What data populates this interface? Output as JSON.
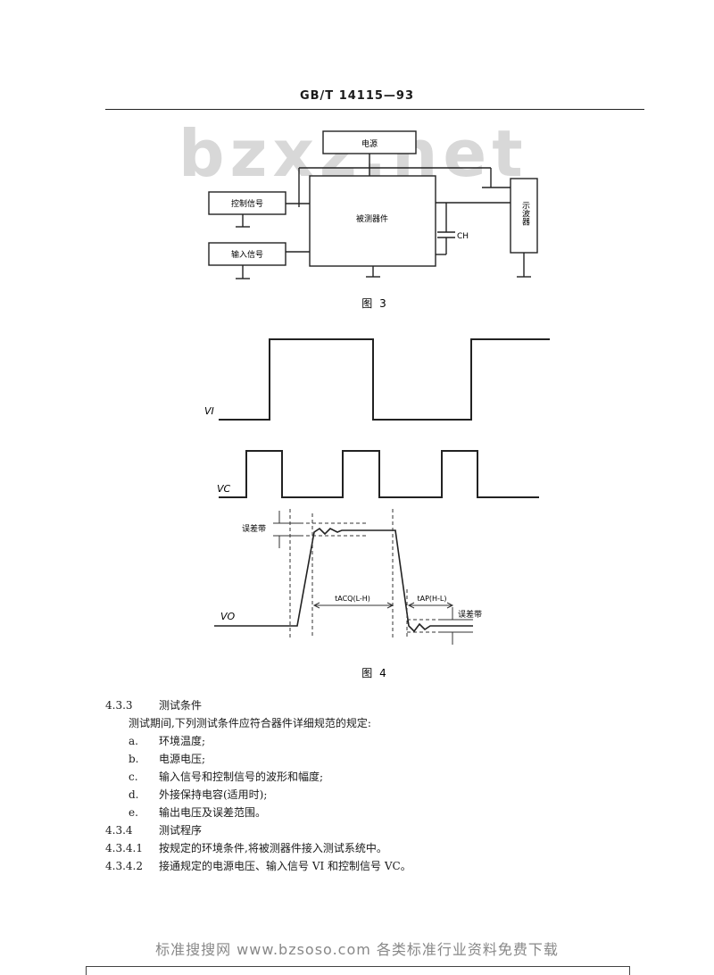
{
  "header": {
    "standard": "GB/T 14115—93"
  },
  "watermark": "bzxz.net",
  "figure3": {
    "power": "电源",
    "control_signal": "控制信号",
    "input_signal": "输入信号",
    "dut": "被测器件",
    "oscilloscope": "示波器",
    "capacitor": "CH",
    "caption": "图 3"
  },
  "figure4": {
    "v_input": "VI",
    "v_control": "VC",
    "v_output": "VO",
    "error_band_top": "误差带",
    "error_band_bottom": "误差带",
    "t_acq": "tACQ(L-H)",
    "t_ap": "tAP(H-L)",
    "caption": "图 4"
  },
  "section": {
    "h433_num": "4.3.3",
    "h433_title": "测试条件",
    "intro": "测试期间,下列测试条件应符合器件详细规范的规定:",
    "items": [
      {
        "label": "a.",
        "text": "环境温度;"
      },
      {
        "label": "b.",
        "text": "电源电压;"
      },
      {
        "label": "c.",
        "text": "输入信号和控制信号的波形和幅度;"
      },
      {
        "label": "d.",
        "text": "外接保持电容(适用时);"
      },
      {
        "label": "e.",
        "text": "输出电压及误差范围。"
      }
    ],
    "h434_num": "4.3.4",
    "h434_title": "测试程序",
    "s4341_num": "4.3.4.1",
    "s4341_text": "按规定的环境条件,将被测器件接入测试系统中。",
    "s4342_num": "4.3.4.2",
    "s4342_text": "接通规定的电源电压、输入信号 VI 和控制信号 VC。"
  },
  "footer": {
    "text": "标准搜搜网 www.bzsoso.com 各类标准行业资料免费下载"
  }
}
